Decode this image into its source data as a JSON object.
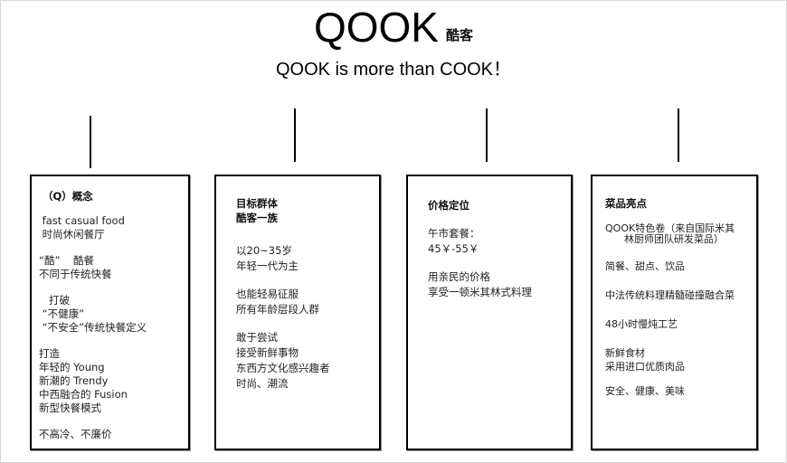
{
  "header": {
    "title": "QOOK",
    "title_cn": "酷客",
    "slogan": "QOOK is more than COOK！"
  },
  "boxes": [
    {
      "heading": [
        "（Q）概念"
      ],
      "groups": [
        [
          " fast casual food",
          " 时尚休闲餐厅"
        ],
        [
          "“酷”    酷餐",
          "不同于传统快餐"
        ],
        [
          "   打破",
          " “不健康”",
          " “不安全”传统快餐定义"
        ],
        [
          "打造",
          "年轻的 Young",
          "新潮的 Trendy",
          "中西融合的 Fusion",
          "新型快餐模式"
        ],
        [
          "不高冷、不廉价"
        ]
      ]
    },
    {
      "heading": [
        "目标群体",
        "酷客一族"
      ],
      "groups": [
        [
          "以20~35岁",
          "年轻一代为主"
        ],
        [
          "也能轻易征服",
          "所有年龄层段人群"
        ],
        [
          "敢于尝试",
          "接受新鲜事物",
          "东西方文化感兴趣者",
          "时尚、潮流"
        ]
      ]
    },
    {
      "heading": [
        "价格定位"
      ],
      "groups": [
        [
          "午市套餐：",
          "45￥-55￥"
        ],
        [
          "用亲民的价格",
          "享受一顿米其林式料理"
        ]
      ]
    },
    {
      "heading": [
        "菜品亮点"
      ],
      "groups": [
        [
          "QOOK特色卷（来自国际米其",
          "      林厨师团队研发菜品）"
        ],
        [
          "简餐、甜点、饮品"
        ],
        [
          "中法传统料理精髓碰撞融合菜"
        ],
        [
          "48小时慢炖工艺"
        ],
        [
          "新鲜食材",
          "采用进口优质肉品"
        ],
        [
          "安全、健康、美味"
        ]
      ]
    }
  ],
  "connectors": [
    "concept",
    "target-group",
    "price",
    "dishes"
  ]
}
